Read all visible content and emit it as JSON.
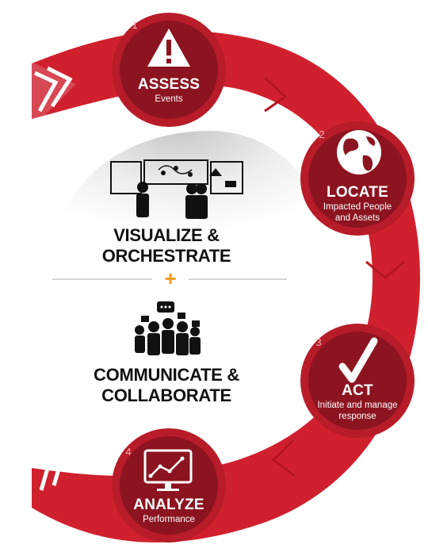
{
  "center": {
    "top_title_line1": "VISUALIZE &",
    "top_title_line2": "ORCHESTRATE",
    "plus": "+",
    "bottom_title_line1": "COMMUNICATE &",
    "bottom_title_line2": "COLLABORATE"
  },
  "steps": [
    {
      "number": "1",
      "title": "ASSESS",
      "subtitle_line1": "Events",
      "subtitle_line2": "",
      "icon": "warning-icon"
    },
    {
      "number": "2",
      "title": "LOCATE",
      "subtitle_line1": "Impacted People",
      "subtitle_line2": "and Assets",
      "icon": "globe-icon"
    },
    {
      "number": "3",
      "title": "ACT",
      "subtitle_line1": "Initiate and manage",
      "subtitle_line2": "response",
      "icon": "checkmark-icon"
    },
    {
      "number": "4",
      "title": "ANALYZE",
      "subtitle_line1": "Performance",
      "subtitle_line2": "",
      "icon": "monitor-chart-icon"
    }
  ],
  "colors": {
    "ring": "#d0202e",
    "circle_outer": "#b71c28",
    "circle_inner": "#8c1420",
    "accent_orange": "#f39a1e",
    "text_dark": "#111111"
  }
}
